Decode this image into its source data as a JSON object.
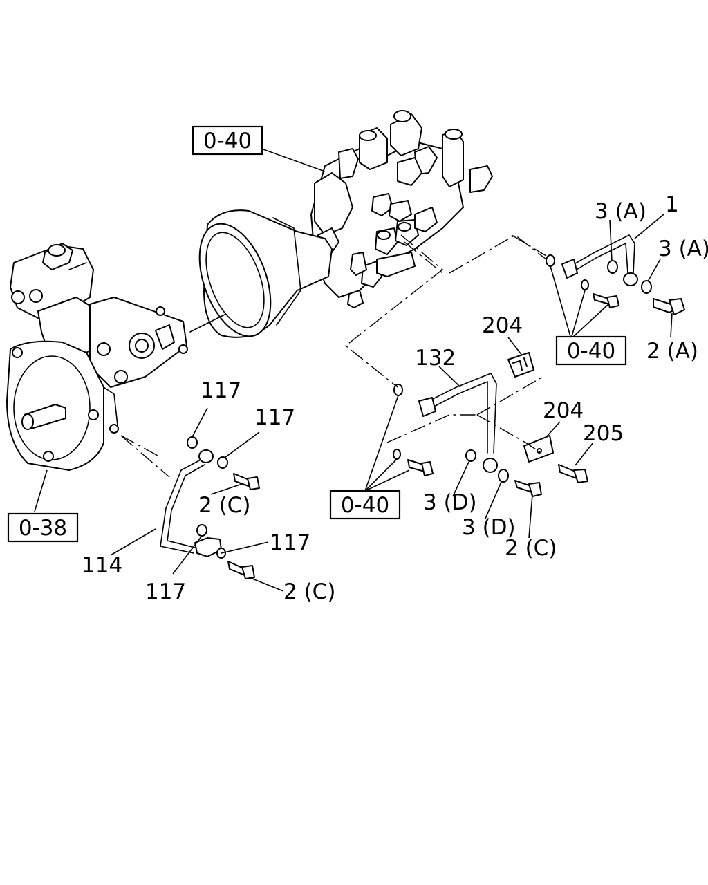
{
  "ref_boxes": {
    "pump_top": "0-40",
    "pump_right": "0-40",
    "pipe_mid": "0-40",
    "compressor": "0-38"
  },
  "callouts": {
    "c1": "1",
    "c3a_left": "3 (A)",
    "c3a_right": "3 (A)",
    "c2a": "2 (A)",
    "c204_top": "204",
    "c204_mid": "204",
    "c205": "205",
    "c132": "132",
    "c3d_left": "3 (D)",
    "c3d_right": "3 (D)",
    "c2c_mid": "2 (C)",
    "c117_a": "117",
    "c117_b": "117",
    "c117_c": "117",
    "c117_d": "117",
    "c2c_a": "2 (C)",
    "c2c_b": "2 (C)",
    "c114": "114"
  }
}
